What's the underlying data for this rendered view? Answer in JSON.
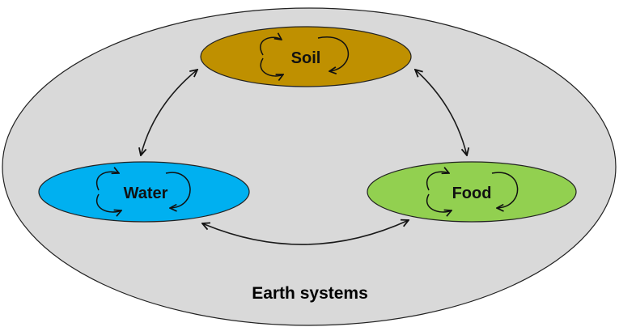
{
  "diagram": {
    "system": {
      "label": "Earth systems",
      "fill": "#d9d9d9"
    },
    "nodes": [
      {
        "id": "soil",
        "label": "Soil",
        "fill": "#bf9000"
      },
      {
        "id": "water",
        "label": "Water",
        "fill": "#00b0f0"
      },
      {
        "id": "food",
        "label": "Food",
        "fill": "#92d050"
      }
    ],
    "links": [
      {
        "from": "soil",
        "to": "water",
        "direction": "both"
      },
      {
        "from": "soil",
        "to": "food",
        "direction": "both"
      },
      {
        "from": "water",
        "to": "food",
        "direction": "both"
      }
    ]
  }
}
